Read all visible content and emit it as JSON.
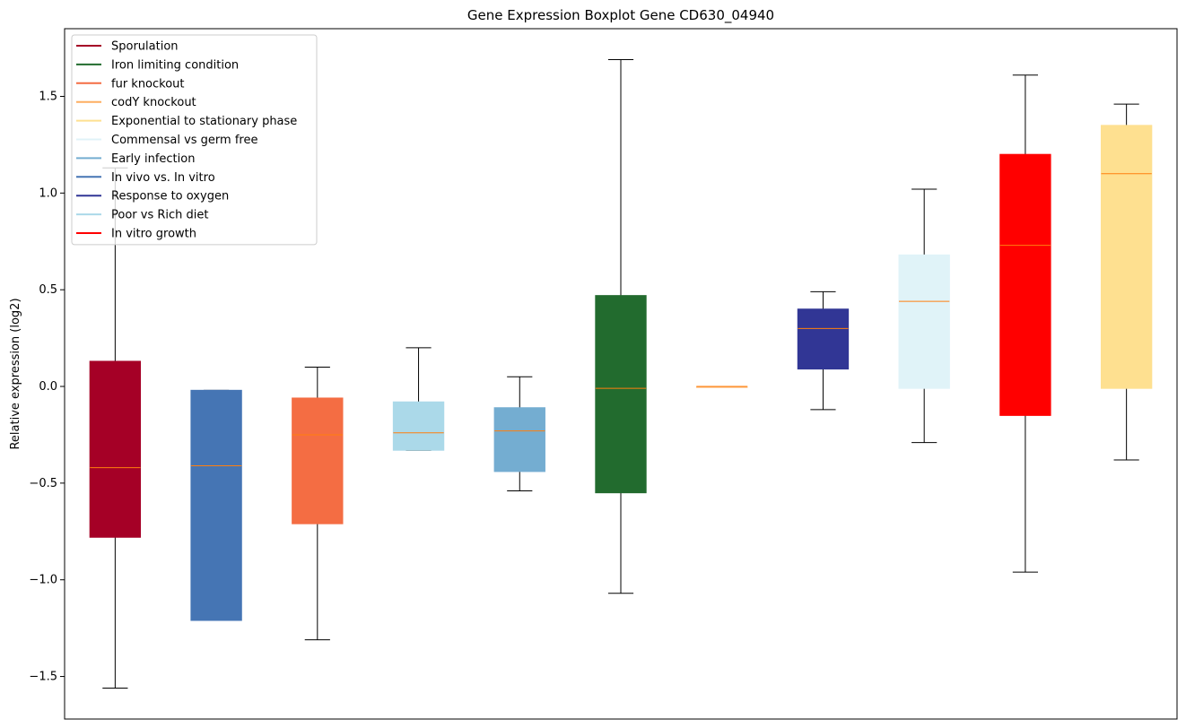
{
  "chart_data": {
    "type": "boxplot",
    "title": "Gene Expression Boxplot Gene CD630_04940",
    "xlabel": "",
    "ylabel": "Relative expression (log2)",
    "ylim": [
      -1.72,
      1.85
    ],
    "yticks": [
      -1.5,
      -1.0,
      -0.5,
      0.0,
      0.5,
      1.0,
      1.5
    ],
    "ytick_labels": [
      "−1.5",
      "−1.0",
      "−0.5",
      "0.0",
      "0.5",
      "1.0",
      "1.5"
    ],
    "grid": false,
    "legend_position": "top-left",
    "median_color": "#ff7f0e",
    "whisker_color": "#000000",
    "boxes": [
      {
        "series": "Sporulation",
        "color": "#a50026",
        "whisker_low": -1.56,
        "q1": -0.78,
        "median": -0.42,
        "q3": 0.13,
        "whisker_high": 1.13
      },
      {
        "series": "In vivo vs. In vitro",
        "color": "#4575b4",
        "whisker_low": -1.21,
        "q1": -1.21,
        "median": -0.41,
        "q3": -0.02,
        "whisker_high": -0.02
      },
      {
        "series": "fur knockout",
        "color": "#f46d43",
        "whisker_low": -1.31,
        "q1": -0.71,
        "median": -0.25,
        "q3": -0.06,
        "whisker_high": 0.1
      },
      {
        "series": "Poor vs Rich diet",
        "color": "#abd9e9",
        "whisker_low": -0.33,
        "q1": -0.33,
        "median": -0.24,
        "q3": -0.08,
        "whisker_high": 0.2
      },
      {
        "series": "Early infection",
        "color": "#74add1",
        "whisker_low": -0.54,
        "q1": -0.44,
        "median": -0.23,
        "q3": -0.11,
        "whisker_high": 0.05
      },
      {
        "series": "Iron limiting condition",
        "color": "#226b2e",
        "whisker_low": -1.07,
        "q1": -0.55,
        "median": -0.01,
        "q3": 0.47,
        "whisker_high": 1.69
      },
      {
        "series": "codY knockout",
        "color": "#fdae61",
        "whisker_low": 0.0,
        "q1": 0.0,
        "median": 0.0,
        "q3": 0.0,
        "whisker_high": 0.0
      },
      {
        "series": "Response to oxygen",
        "color": "#313695",
        "whisker_low": -0.12,
        "q1": 0.09,
        "median": 0.3,
        "q3": 0.4,
        "whisker_high": 0.49
      },
      {
        "series": "Commensal vs germ free",
        "color": "#e0f3f8",
        "whisker_low": -0.29,
        "q1": -0.01,
        "median": 0.44,
        "q3": 0.68,
        "whisker_high": 1.02
      },
      {
        "series": "In vitro growth",
        "color": "#ff0000",
        "whisker_low": -0.96,
        "q1": -0.15,
        "median": 0.73,
        "q3": 1.2,
        "whisker_high": 1.61
      },
      {
        "series": "Exponential to stationary phase",
        "color": "#fee090",
        "whisker_low": -0.38,
        "q1": -0.01,
        "median": 1.1,
        "q3": 1.35,
        "whisker_high": 1.46
      }
    ],
    "legend": [
      {
        "label": "Sporulation",
        "color": "#a50026"
      },
      {
        "label": "Iron limiting condition",
        "color": "#226b2e"
      },
      {
        "label": "fur knockout",
        "color": "#f46d43"
      },
      {
        "label": "codY knockout",
        "color": "#fdae61"
      },
      {
        "label": "Exponential to stationary phase",
        "color": "#fee090"
      },
      {
        "label": "Commensal vs germ free",
        "color": "#e0f3f8"
      },
      {
        "label": "Early infection",
        "color": "#74add1"
      },
      {
        "label": "In vivo vs. In vitro",
        "color": "#4575b4"
      },
      {
        "label": "Response to oxygen",
        "color": "#313695"
      },
      {
        "label": "Poor vs Rich diet",
        "color": "#abd9e9"
      },
      {
        "label": "In vitro growth",
        "color": "#ff0000"
      }
    ]
  }
}
